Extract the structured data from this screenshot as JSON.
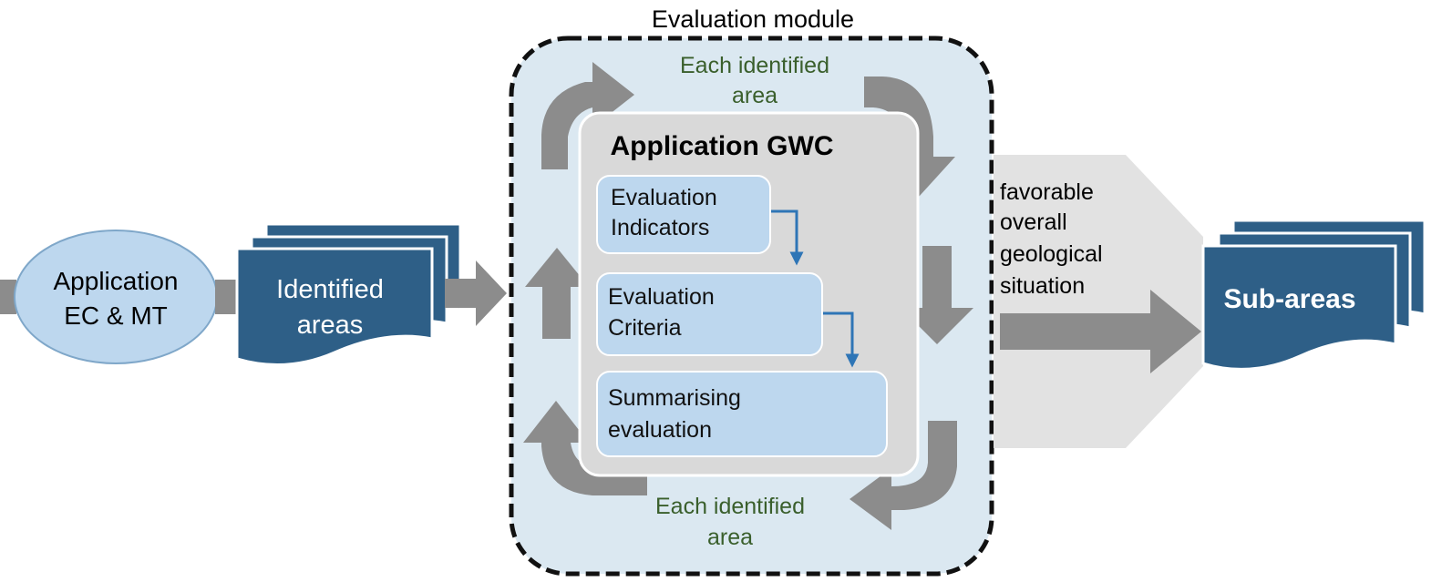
{
  "module": {
    "title": "Evaluation module",
    "top_label": [
      "Each identified",
      "area"
    ],
    "bottom_label": [
      "Each identified",
      "area"
    ]
  },
  "input": {
    "application_label": [
      "Application",
      "EC & MT"
    ],
    "identified_label": [
      "Identified",
      "areas"
    ]
  },
  "gwc": {
    "title": "Application GWC",
    "steps": [
      {
        "lines": [
          "Evaluation",
          "Indicators"
        ]
      },
      {
        "lines": [
          "Evaluation",
          "Criteria"
        ]
      },
      {
        "lines": [
          "Summarising",
          "evaluation"
        ]
      }
    ]
  },
  "output": {
    "condition_label": [
      "favorable",
      "overall",
      "geological",
      "situation"
    ],
    "result_label": "Sub-areas"
  },
  "colors": {
    "module_fill": "#dbe8f1",
    "gwc_fill": "#d9d9d9",
    "step_fill": "#bdd7ee",
    "doc_fill": "#2e5f87",
    "ellipse_fill": "#bdd7ee",
    "arrow_gray": "#8c8c8c",
    "step_arrow": "#2e75b6",
    "green_text": "#3a5f2c"
  }
}
